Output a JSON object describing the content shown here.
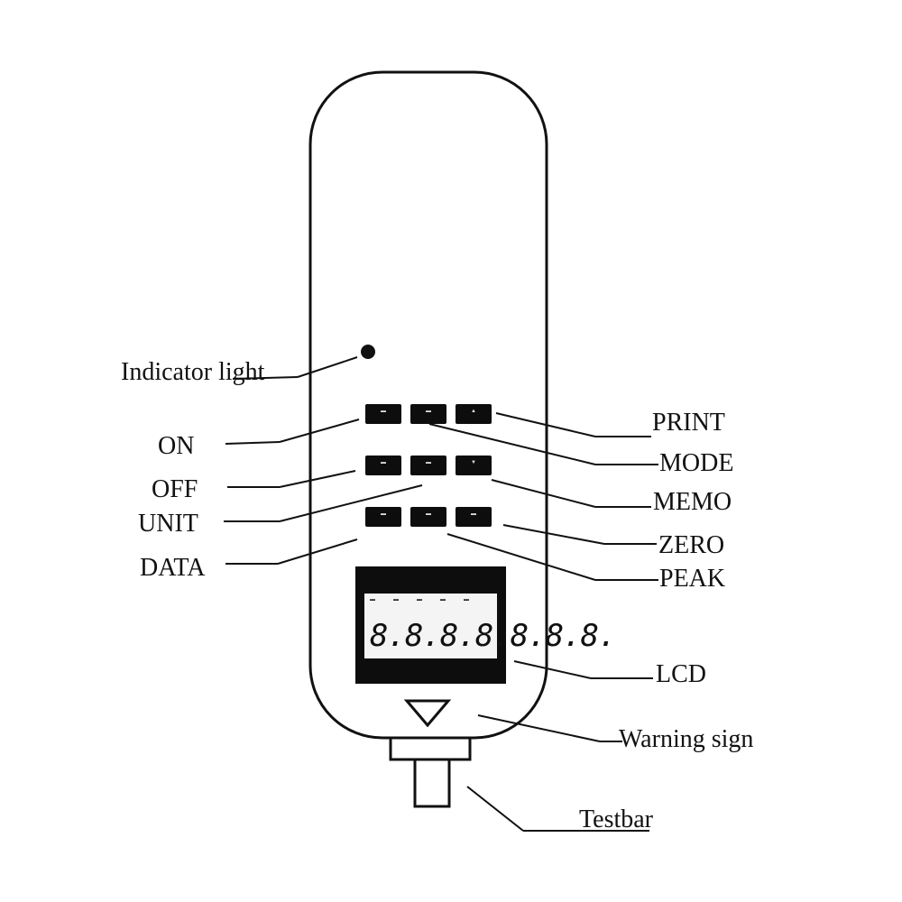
{
  "labels": {
    "indicator_light": "Indicator light",
    "on": "ON",
    "off": "OFF",
    "unit": "UNIT",
    "data": "DATA",
    "print": "PRINT",
    "mode": "MODE",
    "memo": "MEMO",
    "zero": "ZERO",
    "peak": "PEAK",
    "lcd": "LCD",
    "warning_sign": "Warning sign",
    "testbar": "Testbar"
  },
  "lcd": {
    "digits": "8.8.8.8.8.8.8."
  }
}
